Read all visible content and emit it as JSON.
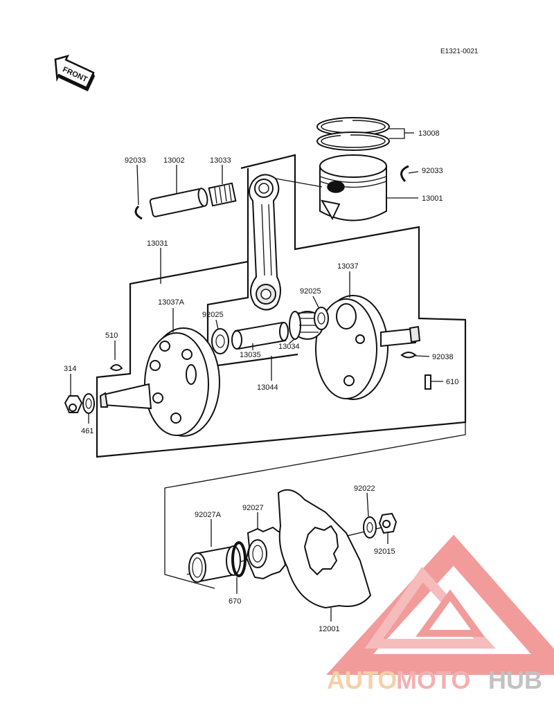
{
  "diagram": {
    "code": "E1321-0021",
    "front_label": "FRONT",
    "labels": {
      "p13008": "13008",
      "p92033_left": "92033",
      "p13002": "13002",
      "p13033": "13033",
      "p92033_right": "92033",
      "p13001": "13001",
      "p13031": "13031",
      "p13037": "13037",
      "p13037A": "13037A",
      "p92025_right": "92025",
      "p92025_left": "92025",
      "p510": "510",
      "p13035": "13035",
      "p13034": "13034",
      "p92038": "92038",
      "p314": "314",
      "p13044": "13044",
      "p610": "610",
      "p461": "461",
      "p92022": "92022",
      "p92027A": "92027A",
      "p92027": "92027",
      "p92015": "92015",
      "p670": "670",
      "p12001": "12001"
    }
  },
  "watermark": {
    "part1": "AUTO",
    "part2": "MOTO",
    "part3": "HUB",
    "colors": {
      "auto": "#f5c89a",
      "moto": "#f3a3a3",
      "hub": "#b8b8b8",
      "triangle": "#f08a8a"
    }
  }
}
